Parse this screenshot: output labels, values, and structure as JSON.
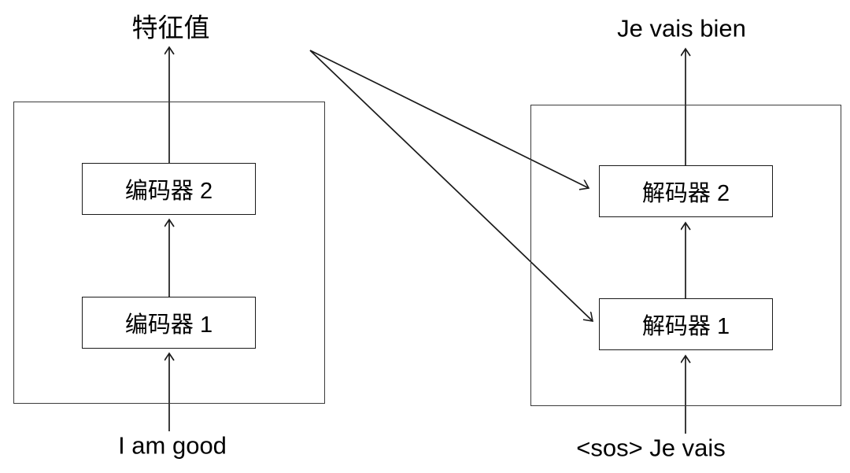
{
  "diagram": {
    "title": "Encoder-Decoder Stack Diagram",
    "background_color": "#ffffff",
    "stroke_color": "#1a1a1a",
    "outer_stroke_color": "#3b3b3b"
  },
  "encoder_side": {
    "top_label": "特征值",
    "bottom_label": "I am good",
    "blocks": [
      {
        "label": "编码器 2"
      },
      {
        "label": "编码器 1"
      }
    ]
  },
  "decoder_side": {
    "top_label": "Je vais bien",
    "bottom_label": "<sos> Je vais",
    "blocks": [
      {
        "label": "解码器 2"
      },
      {
        "label": "解码器 1"
      }
    ]
  },
  "connections": [
    {
      "name": "encoder-output-to-decoder-2",
      "from": "encoder-stack-top",
      "to": "decoder-2-block"
    },
    {
      "name": "encoder-output-to-decoder-1",
      "from": "encoder-stack-top",
      "to": "decoder-1-block"
    },
    {
      "name": "input-to-encoder-1",
      "from": "I am good",
      "to": "编码器 1"
    },
    {
      "name": "encoder-1-to-encoder-2",
      "from": "编码器 1",
      "to": "编码器 2"
    },
    {
      "name": "encoder-2-to-features",
      "from": "编码器 2",
      "to": "特征值"
    },
    {
      "name": "input-to-decoder-1",
      "from": "<sos> Je vais",
      "to": "解码器 1"
    },
    {
      "name": "decoder-1-to-decoder-2",
      "from": "解码器 1",
      "to": "解码器 2"
    },
    {
      "name": "decoder-2-to-output",
      "from": "解码器 2",
      "to": "Je vais bien"
    }
  ]
}
